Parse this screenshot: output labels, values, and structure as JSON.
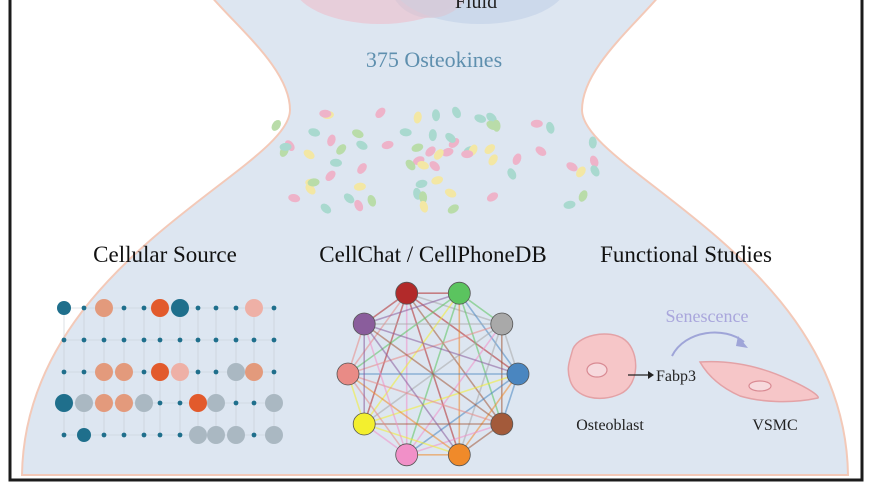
{
  "header": {
    "fluid_label": "Fluid",
    "count_label": "375 Osteokines"
  },
  "sections": {
    "cellular_source": "Cellular Source",
    "cellchat": "CellChat / CellPhoneDB",
    "functional": "Functional Studies"
  },
  "functional": {
    "senescence": "Senescence",
    "fabp3": "Fabp3",
    "osteoblast": "Osteoblast",
    "vsmc": "VSMC"
  },
  "colors": {
    "frame": "#1b1b1b",
    "flask_fill": "#dde6f1",
    "flask_edge": "#f3c9b8",
    "count_text": "#5e8fae",
    "senescence_text": "#a9a6dc",
    "dot_teal": "#1f6f8c",
    "dot_salmon": "#e39a7c",
    "dot_red": "#e25a2c",
    "dot_gray": "#aab8c2",
    "dot_pink": "#eeb0a6"
  },
  "network_nodes": [
    {
      "name": "node-red",
      "color": "#b22a2a"
    },
    {
      "name": "node-green",
      "color": "#5bc45f"
    },
    {
      "name": "node-gray",
      "color": "#a9a9a9"
    },
    {
      "name": "node-blue",
      "color": "#4a86c0"
    },
    {
      "name": "node-brown",
      "color": "#a35a3a"
    },
    {
      "name": "node-orange",
      "color": "#f08a2a"
    },
    {
      "name": "node-pink",
      "color": "#f190c8"
    },
    {
      "name": "node-yellow",
      "color": "#f3ef2e"
    },
    {
      "name": "node-salmon",
      "color": "#e98b86"
    },
    {
      "name": "node-purple",
      "color": "#8a5d9c"
    }
  ]
}
